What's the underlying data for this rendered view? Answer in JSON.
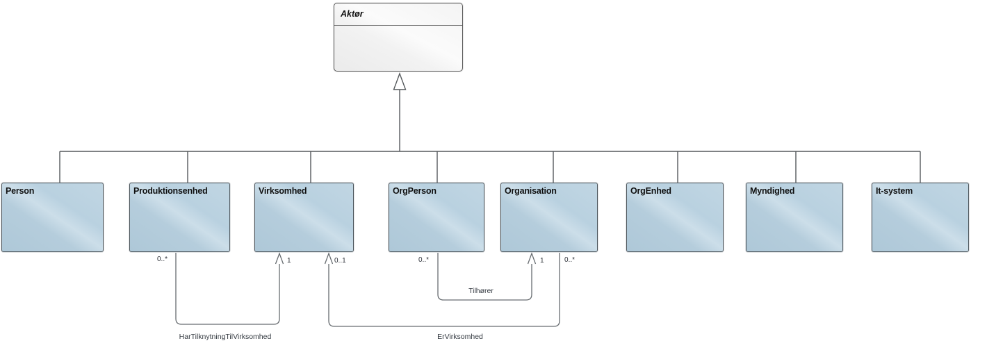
{
  "diagram": {
    "type": "uml-class-diagram",
    "parent_class": {
      "name": "Aktør",
      "abstract": true
    },
    "child_classes": [
      {
        "name": "Person"
      },
      {
        "name": "Produktionsenhed"
      },
      {
        "name": "Virksomhed"
      },
      {
        "name": "OrgPerson"
      },
      {
        "name": "Organisation"
      },
      {
        "name": "OrgEnhed"
      },
      {
        "name": "Myndighed"
      },
      {
        "name": "It-system"
      }
    ],
    "generalization": {
      "parent": "Aktør",
      "children": [
        "Person",
        "Produktionsenhed",
        "Virksomhed",
        "OrgPerson",
        "Organisation",
        "OrgEnhed",
        "Myndighed",
        "It-system"
      ]
    },
    "associations": [
      {
        "name": "HarTilknytningTilVirksomhed",
        "from": "Produktionsenhed",
        "to": "Virksomhed",
        "from_multiplicity": "0..*",
        "to_multiplicity": "1"
      },
      {
        "name": "Tilhører",
        "from": "OrgPerson",
        "to": "Organisation",
        "from_multiplicity": "0..*",
        "to_multiplicity": "1"
      },
      {
        "name": "ErVirksomhed",
        "from": "Organisation",
        "to": "Virksomhed",
        "from_multiplicity": "0..*",
        "to_multiplicity": "0..1"
      }
    ],
    "colors": {
      "class_fill": "#b7cfdf",
      "class_fill_highlight": "#ccdee9",
      "class_border": "#4f585e",
      "parent_fill": "#f4f4f4",
      "parent_border": "#5a5a5a",
      "connector": "#5f6468",
      "text": "#101010"
    }
  }
}
